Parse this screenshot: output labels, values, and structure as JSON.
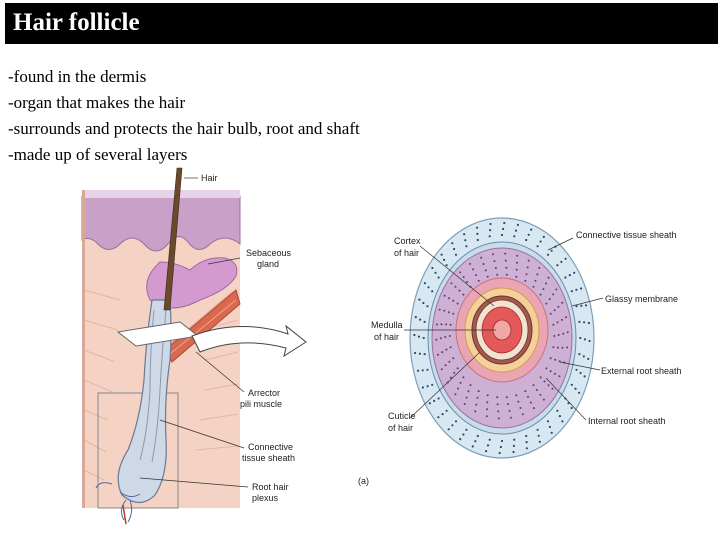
{
  "slide": {
    "title": "Hair follicle",
    "bullets": [
      "-found in the dermis",
      "-organ that makes the hair",
      "-surrounds and protects the hair bulb, root and shaft",
      "-made up of several layers"
    ]
  },
  "figure": {
    "left_labels": {
      "hair": "Hair",
      "sebaceous_1": "Sebaceous",
      "sebaceous_2": "gland",
      "arrector_1": "Arrector",
      "arrector_2": "pili muscle",
      "connective_1": "Connective",
      "connective_2": "tissue sheath",
      "root_plexus_1": "Root hair",
      "root_plexus_2": "plexus"
    },
    "right_labels": {
      "cortex_1": "Cortex",
      "cortex_2": "of hair",
      "medulla_1": "Medulla",
      "medulla_2": "of hair",
      "cuticle_1": "Cuticle",
      "cuticle_2": "of hair",
      "connective_tissue_sheath": "Connective tissue sheath",
      "glassy_membrane": "Glassy membrane",
      "external_root_sheath": "External root sheath",
      "internal_root_sheath": "Internal root sheath"
    },
    "panel_label": "(a)"
  }
}
